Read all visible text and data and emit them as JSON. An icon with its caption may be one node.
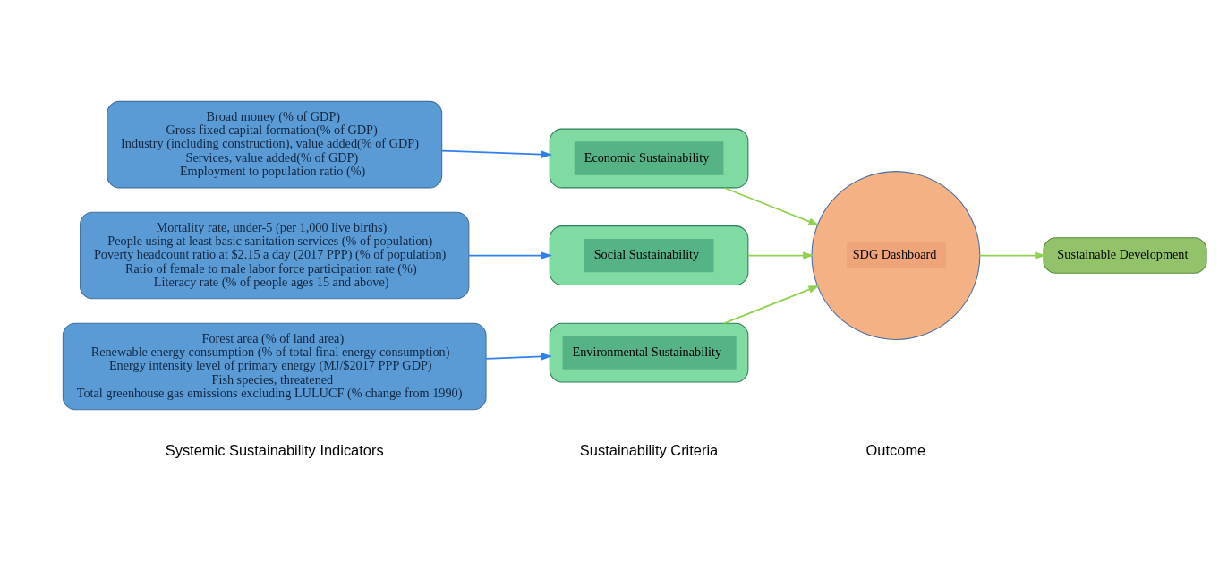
{
  "diagram": {
    "nodes": [
      {
        "text": [
          "Broad money (% of GDP)",
          "Gross fixed capital formation(% of GDP)",
          "Industry (including construction), value added(% of GDP)",
          "Services, value added(% of GDP)",
          "Employment to population ratio (%)"
        ]
      },
      {
        "text": [
          "Mortality rate, under-5 (per 1,000 live births)",
          "People using at least basic sanitation services (% of population)",
          "Poverty headcount ratio at $2.15 a day (2017 PPP) (% of population)",
          "Ratio of female to male labor force participation rate (%)",
          "Literacy rate (% of people ages 15 and above)"
        ]
      },
      {
        "text": [
          "Forest area (% of land area)",
          "Renewable energy consumption (% of total final energy consumption)",
          "Energy intensity level of primary energy (MJ/$2017 PPP GDP)",
          "Fish species, threatened",
          "Total greenhouse gas emissions excluding LULUCF (% change from 1990)"
        ]
      },
      {
        "text": [
          "Economic Sustainability"
        ]
      },
      {
        "text": [
          "Social Sustainability"
        ]
      },
      {
        "text": [
          "Environmental Sustainability"
        ]
      },
      {
        "text": [
          "SDG Dashboard"
        ]
      },
      {
        "text": [
          "Sustainable Development"
        ]
      }
    ],
    "edges": [
      {
        "from": 0,
        "to": 3,
        "arrow": "to",
        "color": "#2f7fef"
      },
      {
        "from": 1,
        "to": 4,
        "arrow": "to",
        "color": "#2f7fef"
      },
      {
        "from": 2,
        "to": 5,
        "arrow": "to",
        "color": "#2f7fef"
      },
      {
        "from": 3,
        "to": 6,
        "arrow": "to"
      },
      {
        "from": 4,
        "to": 6,
        "arrow": "to"
      },
      {
        "from": 5,
        "to": 6,
        "arrow": "to"
      },
      {
        "from": 6,
        "to": 7,
        "arrow": "to"
      }
    ],
    "labels": [
      "Systemic Sustainability Indicators",
      "Sustainability Criteria",
      "Outcome"
    ]
  }
}
